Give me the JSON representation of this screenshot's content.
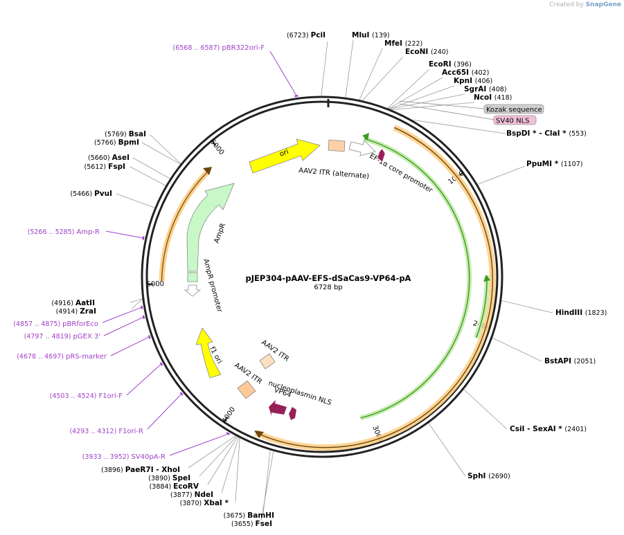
{
  "credit": {
    "prefix": "Created by",
    "brand": "SnapGene"
  },
  "plasmid": {
    "name": "pJEP304-pAAV-EFS-dSaCas9-VP64-pA",
    "size_label": "6728 bp",
    "length": 6728
  },
  "colors": {
    "backbone": "#222222",
    "primer": "#a040c8",
    "orf": "#ffd08a",
    "green": "#88c848",
    "promoter": "#ffffff",
    "rep_origin": "#ffff00",
    "amp": "#c8f8c8",
    "itr": "#ffd0a8",
    "nls": "#982058",
    "kozak_box": "#cfcfcf",
    "sv40_box": "#f0c0d8"
  },
  "ticks": [
    {
      "pos": 1000,
      "label": "1000"
    },
    {
      "pos": 2000,
      "label": "2000"
    },
    {
      "pos": 3000,
      "label": "3000"
    },
    {
      "pos": 4000,
      "label": "4000"
    },
    {
      "pos": 5000,
      "label": "5000"
    },
    {
      "pos": 6000,
      "label": "6000"
    }
  ],
  "enzymes": [
    {
      "site": 6723,
      "name": "PciI",
      "pos": "(6723)"
    },
    {
      "site": 139,
      "name": "MluI",
      "pos": "(139)"
    },
    {
      "site": 222,
      "name": "MfeI",
      "pos": "(222)"
    },
    {
      "site": 240,
      "name": "EcoNI",
      "pos": "(240)"
    },
    {
      "site": 396,
      "name": "EcoRI",
      "pos": "(396)"
    },
    {
      "site": 402,
      "name": "Acc65I",
      "pos": "(402)"
    },
    {
      "site": 406,
      "name": "KpnI",
      "pos": "(406)"
    },
    {
      "site": 408,
      "name": "SgrAI",
      "pos": "(408)"
    },
    {
      "site": 418,
      "name": "NcoI",
      "pos": "(418)"
    },
    {
      "site": 553,
      "name": "BspDI * - ClaI *",
      "pos": "(553)"
    },
    {
      "site": 1107,
      "name": "PpuMI *",
      "pos": "(1107)"
    },
    {
      "site": 1823,
      "name": "HindIII",
      "pos": "(1823)"
    },
    {
      "site": 2051,
      "name": "BstAPI",
      "pos": "(2051)"
    },
    {
      "site": 2401,
      "name": "CsiI - SexAI *",
      "pos": "(2401)"
    },
    {
      "site": 2690,
      "name": "SphI",
      "pos": "(2690)"
    },
    {
      "site": 3655,
      "name": "FseI",
      "pos": "(3655)"
    },
    {
      "site": 3675,
      "name": "BamHI",
      "pos": "(3675)"
    },
    {
      "site": 3870,
      "name": "XbaI *",
      "pos": "(3870)"
    },
    {
      "site": 3877,
      "name": "NdeI",
      "pos": "(3877)"
    },
    {
      "site": 3884,
      "name": "EcoRV",
      "pos": "(3884)"
    },
    {
      "site": 3890,
      "name": "SpeI",
      "pos": "(3890)"
    },
    {
      "site": 3896,
      "name": "PaeR7I - XhoI",
      "pos": "(3896)"
    },
    {
      "site": 4914,
      "name": "ZraI",
      "pos": "(4914)"
    },
    {
      "site": 4916,
      "name": "AatII",
      "pos": "(4916)"
    },
    {
      "site": 5466,
      "name": "PvuI",
      "pos": "(5466)"
    },
    {
      "site": 5612,
      "name": "FspI",
      "pos": "(5612)"
    },
    {
      "site": 5660,
      "name": "AseI",
      "pos": "(5660)"
    },
    {
      "site": 5766,
      "name": "BpmI",
      "pos": "(5766)"
    },
    {
      "site": 5769,
      "name": "BsaI",
      "pos": "(5769)"
    }
  ],
  "primers": [
    {
      "site": 6577,
      "range": "(6568 .. 6587)",
      "name": "pBR322ori-F"
    },
    {
      "site": 5275,
      "range": "(5266 .. 5285)",
      "name": "Amp-R"
    },
    {
      "site": 4866,
      "range": "(4857 .. 4875)",
      "name": "pBRforEco"
    },
    {
      "site": 4808,
      "range": "(4797 .. 4819)",
      "name": "pGEX 3'"
    },
    {
      "site": 4687,
      "range": "(4678 .. 4697)",
      "name": "pRS-marker"
    },
    {
      "site": 4513,
      "range": "(4503 .. 4524)",
      "name": "F1ori-F"
    },
    {
      "site": 4302,
      "range": "(4293 .. 4312)",
      "name": "F1ori-R"
    },
    {
      "site": 3942,
      "range": "(3933 .. 3952)",
      "name": "SV40pA-R"
    }
  ],
  "feature_labels": {
    "kozak": "Kozak sequence",
    "sv40nls": "SV40 NLS",
    "itr_alt": "AAV2 ITR (alternate)",
    "ef1a": "EF-1α core promoter",
    "ori": "ori",
    "ampr": "AmpR",
    "ampr_promoter": "AmpR promoter",
    "f1ori": "f1 ori",
    "itr1": "AAV2 ITR",
    "itr2": "AAV2 ITR",
    "nucleoplasmin": "nucleoplasmin NLS",
    "vp64": "VP64"
  }
}
